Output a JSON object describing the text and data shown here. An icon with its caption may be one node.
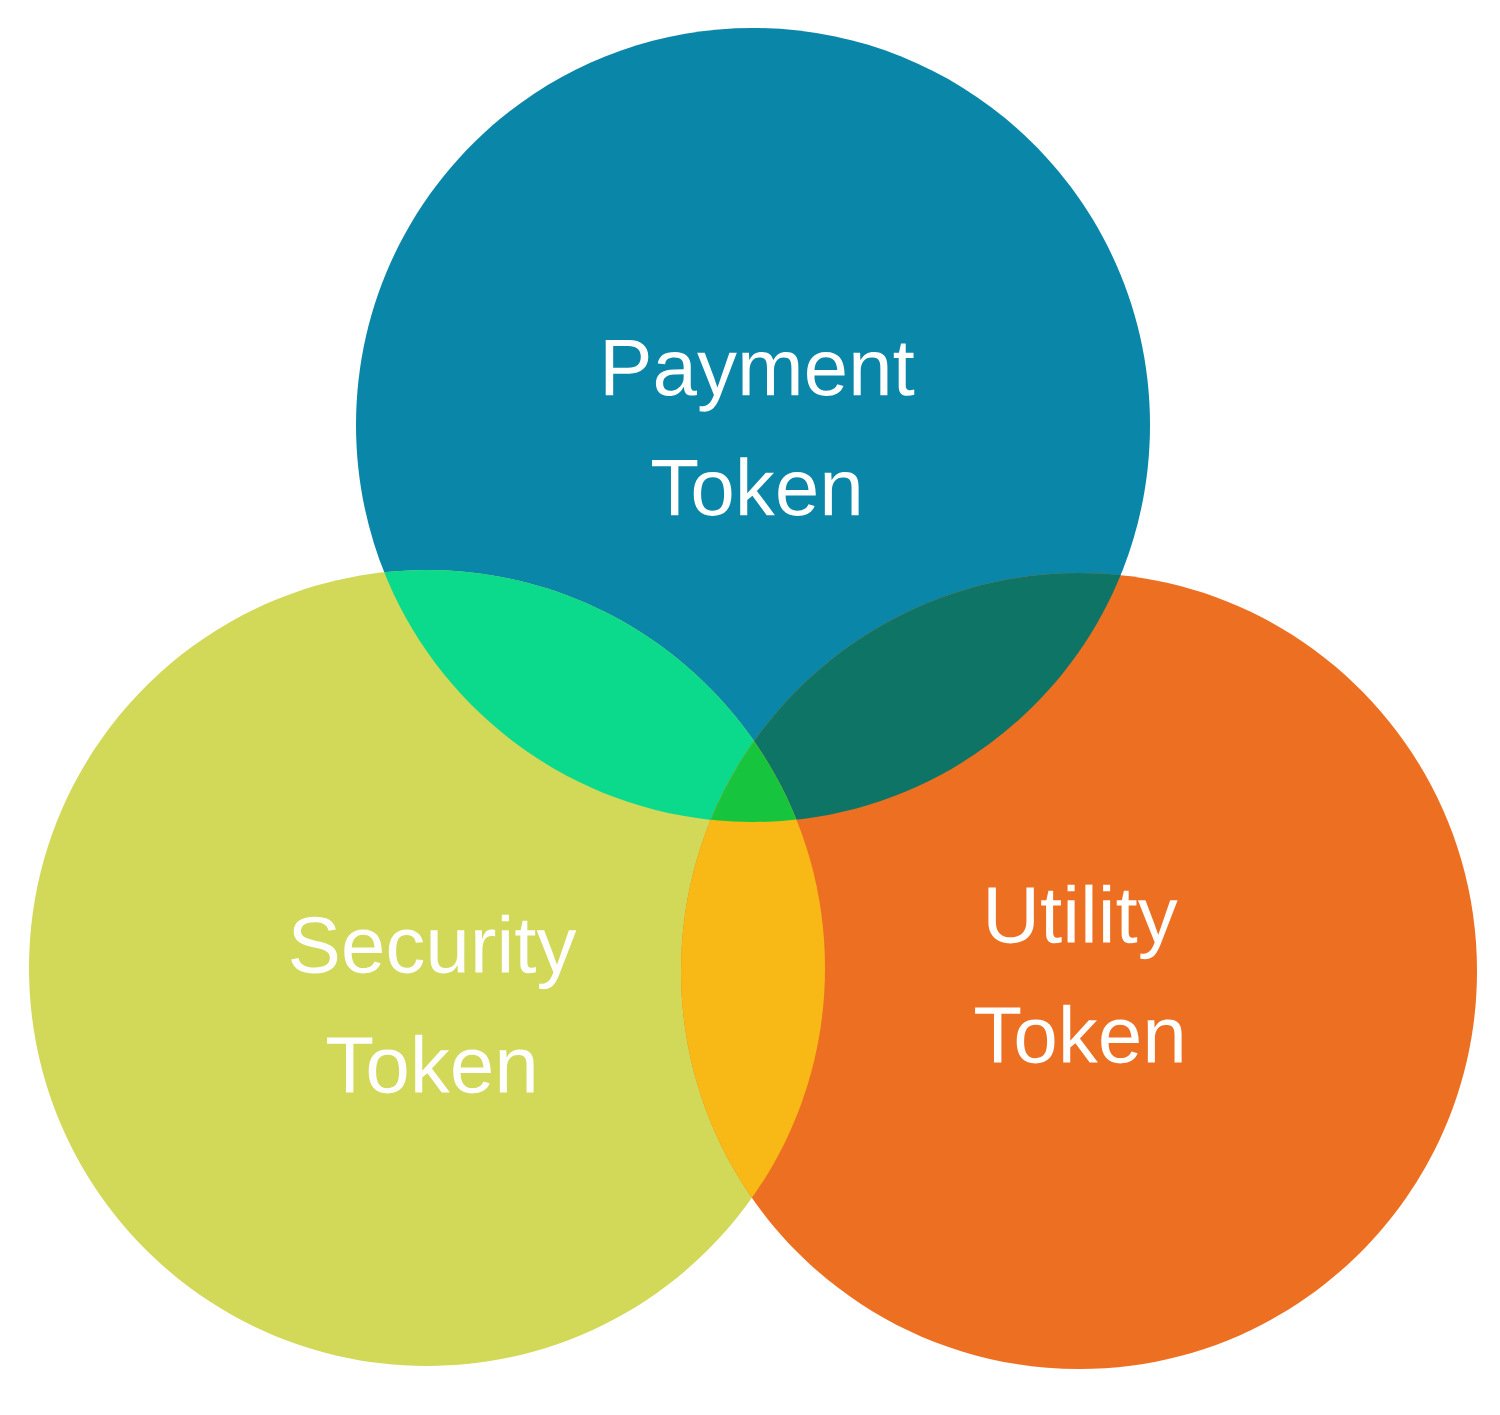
{
  "diagram": {
    "nodes": [
      {
        "text": [
          "Payment Token"
        ]
      },
      {
        "text": [
          "Security Token"
        ]
      },
      {
        "text": [
          "Utility Token"
        ]
      }
    ]
  }
}
